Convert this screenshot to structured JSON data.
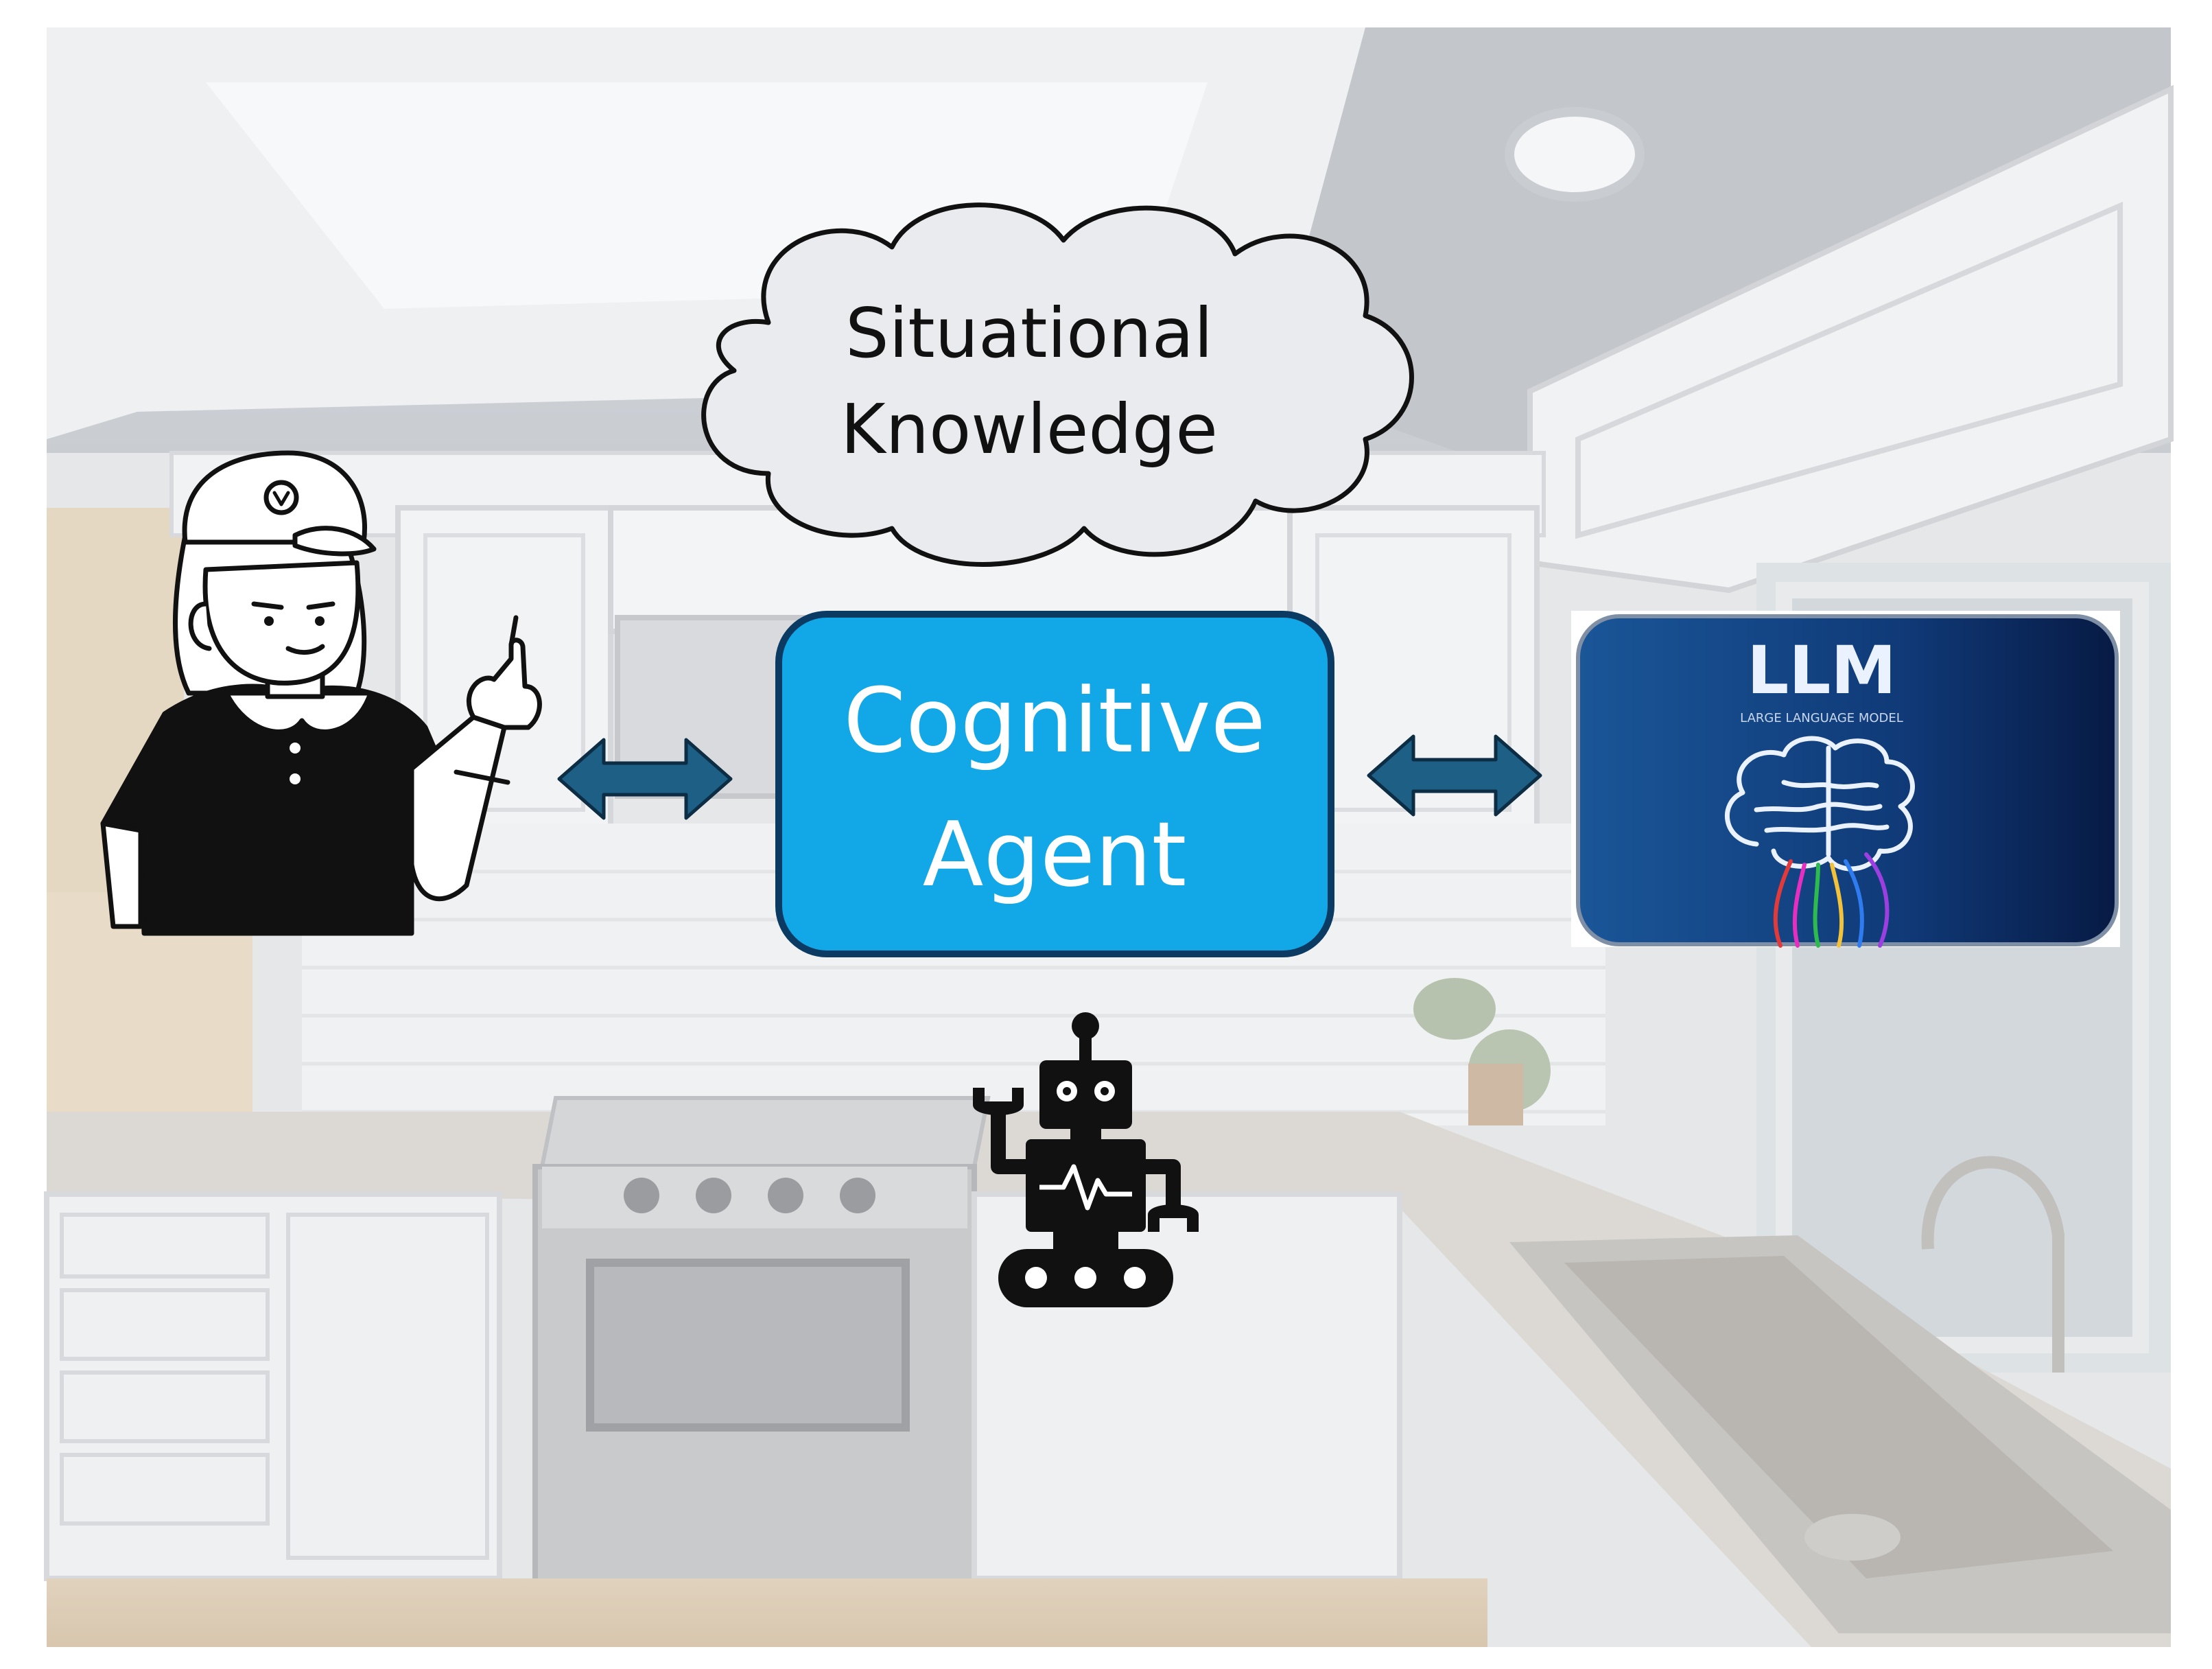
{
  "cloud": {
    "line1": "Situational",
    "line2": "Knowledge"
  },
  "agent": {
    "line1": "Cognitive",
    "line2": "Agent"
  },
  "llm": {
    "title": "LLM",
    "subtitle": "LARGE LANGUAGE MODEL"
  },
  "colors": {
    "agent_fill": "#12A8E8",
    "agent_border": "#0B3A63",
    "arrow_fill": "#1E5F86",
    "llm_dark": "#071A44",
    "llm_mid": "#134C8E",
    "cloud_fill": "#E9EBEE"
  },
  "icons": {
    "person": "woman-with-cap-pointing-icon",
    "robot": "robot-icon",
    "brain": "brain-icon",
    "arrows": "double-headed-arrow-icon"
  }
}
